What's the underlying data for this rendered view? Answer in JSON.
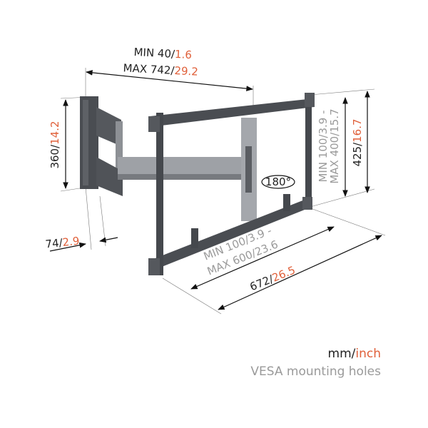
{
  "colors": {
    "inch": "#e0603a",
    "vesa": "#9a9a9a",
    "metal_dark": "#4a4d52",
    "metal_light": "#9ea1a6"
  },
  "dimensions": {
    "depth_min": {
      "mm": "MIN 40/",
      "inch": "1.6"
    },
    "depth_max": {
      "mm": "MAX 742/",
      "inch": "29.2"
    },
    "wall_plate_height": {
      "mm": "360/",
      "inch": "14.2"
    },
    "wall_plate_depth": {
      "mm": "74/",
      "inch": "2.9"
    },
    "frame_height": {
      "mm": "425/",
      "inch": "16.7"
    },
    "frame_width": {
      "mm": "672/",
      "inch": "26.5"
    },
    "vesa_vertical": {
      "line1": "MIN 100/3.9 -",
      "line2": "MAX 400/15.7"
    },
    "vesa_horizontal": {
      "line1": "MIN 100/3.9 -",
      "line2": "MAX 600/23.6"
    },
    "rotation": "180°"
  },
  "legend": {
    "mm": "mm/",
    "inch": "inch",
    "vesa": "VESA mounting holes"
  }
}
